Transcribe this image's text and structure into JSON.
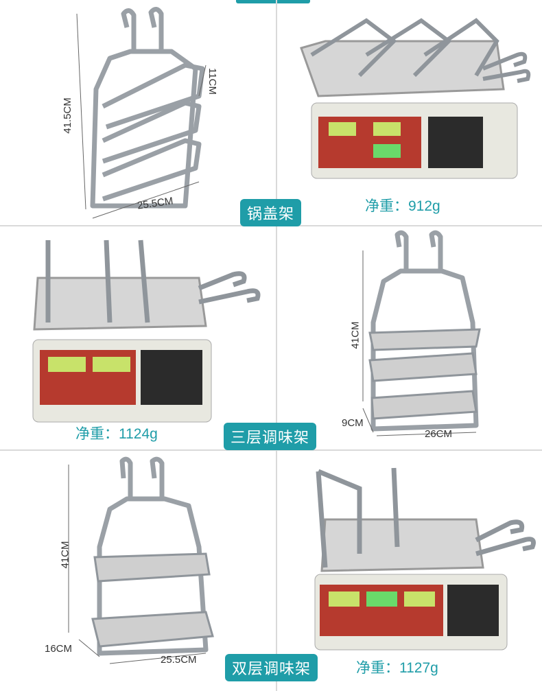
{
  "panels": {
    "lid_rack": {
      "height_label": "41.5CM",
      "depth_label": "11CM",
      "width_label": "25.5CM",
      "name_badge": "锅盖架"
    },
    "lid_scale": {
      "weight_label": "净重：912g"
    },
    "three_tier_scale": {
      "weight_label": "净重：1124g"
    },
    "three_tier_rack": {
      "height_label": "41CM",
      "depth_label": "9CM",
      "width_label": "26CM",
      "name_badge": "三层调味架"
    },
    "two_tier_rack": {
      "height_label": "41CM",
      "depth_label": "16CM",
      "width_label": "25.5CM",
      "name_badge": "双层调味架"
    },
    "two_tier_scale": {
      "weight_label": "净重：1127g"
    }
  },
  "colors": {
    "accent": "#1f9da8",
    "divider": "#d9d9d9"
  }
}
